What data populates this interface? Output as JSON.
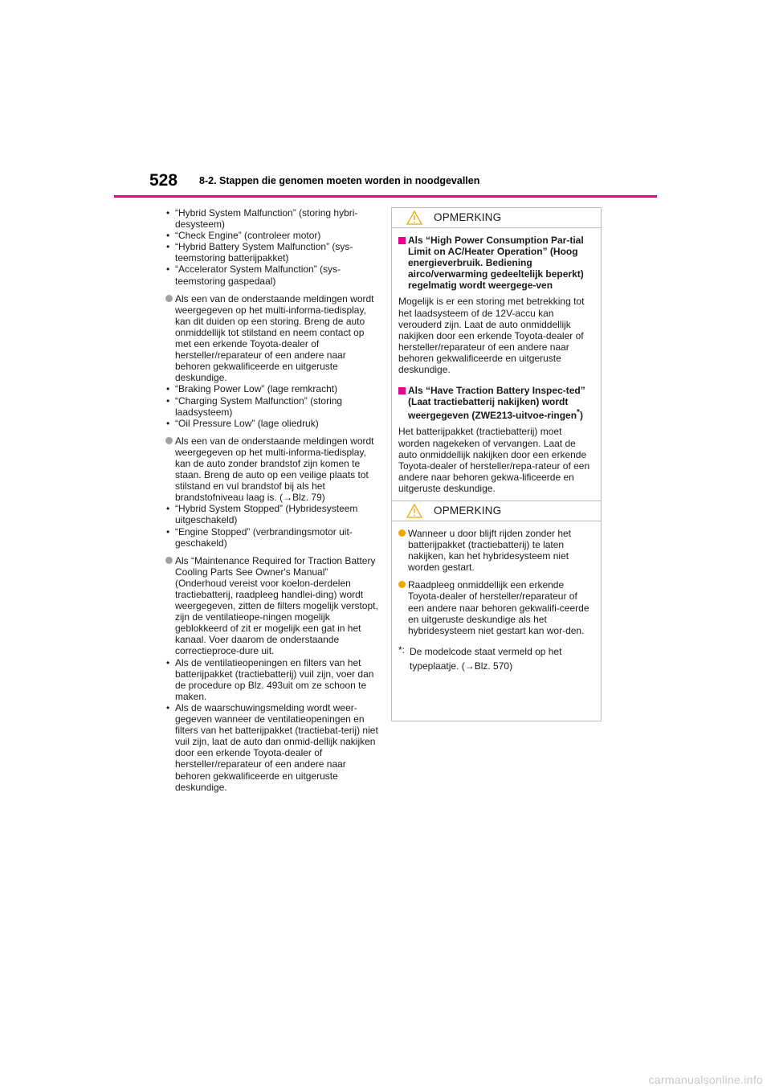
{
  "header": {
    "page_number": "528",
    "section_title": "8-2. Stappen die genomen moeten worden in noodgevallen"
  },
  "left_column": {
    "bullets_1": [
      "“Hybrid System Malfunction” (storing hybri-desysteem)",
      "“Check Engine” (controleer motor)",
      "“Hybrid Battery System Malfunction” (sys-teemstoring batterijpakket)",
      "“Accelerator System Malfunction” (sys-teemstoring gaspedaal)"
    ],
    "circle_1": "Als een van de onderstaande meldingen wordt weergegeven op het multi-informa-tiedisplay, kan dit duiden op een storing. Breng de auto onmiddellijk tot stilstand en neem contact op met een erkende Toyota-dealer of hersteller/reparateur of een andere naar behoren gekwalificeerde en uitgeruste deskundige.",
    "bullets_2": [
      "“Braking Power Low” (lage remkracht)",
      "“Charging System Malfunction” (storing laadsysteem)",
      "“Oil Pressure Low” (lage oliedruk)"
    ],
    "circle_2": "Als een van de onderstaande meldingen wordt weergegeven op het multi-informa-tiedisplay, kan de auto zonder brandstof zijn komen te staan. Breng de auto op een veilige plaats tot stilstand en vul brandstof bij als het brandstofniveau laag is. (→Blz. 79)",
    "bullets_3": [
      "“Hybrid System Stopped” (Hybridesysteem uitgeschakeld)",
      "“Engine Stopped” (verbrandingsmotor uit-geschakeld)"
    ],
    "circle_3": "Als “Maintenance Required for Traction Battery Cooling Parts See Owner's Manual” (Onderhoud vereist voor koelon-derdelen tractiebatterij, raadpleeg handlei-ding) wordt weergegeven, zitten de filters mogelijk verstopt, zijn de ventilatieope-ningen mogelijk geblokkeerd of zit er mogelijk een gat in het kanaal. Voer daarom de onderstaande correctieproce-dure uit.",
    "bullets_4": [
      "Als de ventilatieopeningen en filters van het batterijpakket (tractiebatterij) vuil zijn, voer dan de procedure op Blz. 493uit om ze schoon te maken.",
      "Als de waarschuwingsmelding wordt weer-gegeven wanneer de ventilatieopeningen en filters van het batterijpakket (tractiebat-terij) niet vuil zijn, laat de auto dan onmid-dellijk nakijken door een erkende Toyota-dealer of hersteller/reparateur of een andere naar behoren gekwalificeerde en uitgeruste deskundige."
    ]
  },
  "note_box": {
    "label_1": "OPMERKING",
    "heading_1": "Als “High Power Consumption Par-tial Limit on AC/Heater Operation” (Hoog energieverbruik. Bediening airco/verwarming gedeeltelijk beperkt) regelmatig wordt weergege-ven",
    "para_1": "Mogelijk is er een storing met betrekking tot het laadsysteem of de 12V-accu kan verouderd zijn. Laat de auto onmiddellijk nakijken door een erkende Toyota-dealer of hersteller/reparateur of een andere naar behoren gekwalificeerde en uitgeruste deskundige.",
    "heading_2_main": "Als “Have Traction Battery Inspec-ted” (Laat tractiebatterij nakijken) wordt weergegeven (ZWE213-uitvoe-ringen",
    "heading_2_mark": "*",
    "heading_2_end": ")",
    "para_2": "Het batterijpakket (tractiebatterij) moet worden nagekeken of vervangen. Laat de auto onmiddellijk nakijken door een erkende Toyota-dealer of hersteller/repa-rateur of een andere naar behoren gekwa-lificeerde en uitgeruste deskundige.",
    "label_2": "OPMERKING",
    "dot_1": "Wanneer u door blijft rijden zonder het batterijpakket (tractiebatterij) te laten nakijken, kan het hybridesysteem niet worden gestart.",
    "dot_2": "Raadpleeg onmiddellijk een erkende Toyota-dealer of hersteller/reparateur of een andere naar behoren gekwalifi-ceerde en uitgeruste deskundige als het hybridesysteem niet gestart kan wor-den.",
    "footnote_mark": "*:",
    "footnote_text": "De modelcode staat vermeld op het typeplaatje. (→Blz. 570)"
  },
  "watermark": "carmanualsonline.info",
  "colors": {
    "accent": "#e9008b",
    "bullet_circle": "#a0a0a0",
    "note_dot": "#f0a800"
  }
}
